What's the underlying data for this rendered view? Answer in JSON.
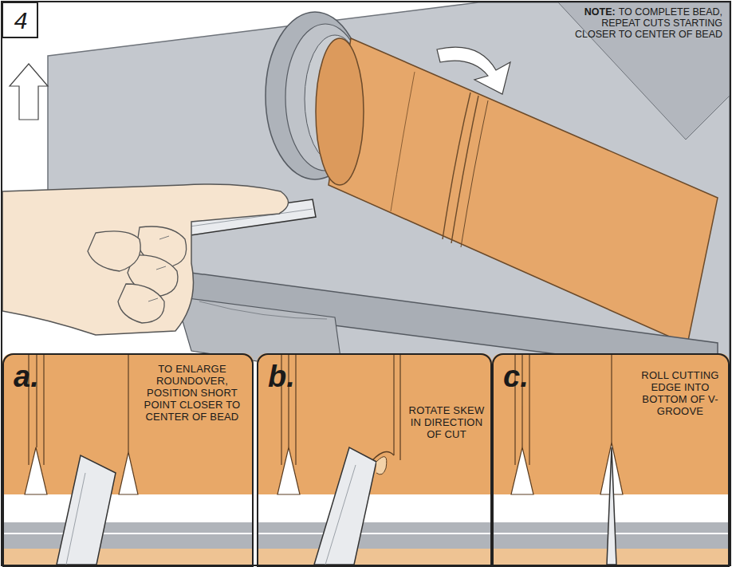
{
  "diagram": {
    "nodes": [
      {
        "text": [
          "4"
        ]
      },
      {
        "text": [
          "a.",
          "TO ENLARGE ROUNDOVER, POSITION SHORT POINT CLOSER TO CENTER OF BEAD"
        ]
      },
      {
        "text": [
          "b.",
          "ROTATE SKEW IN DIRECTION OF CUT"
        ]
      },
      {
        "text": [
          "c.",
          "ROLL CUTTING EDGE INTO BOTTOM OF V-GROOVE"
        ]
      }
    ],
    "labels": [
      "NOTE:",
      "TO COMPLETE BEAD, REPEAT CUTS STARTING CLOSER TO CENTER OF BEAD"
    ]
  }
}
